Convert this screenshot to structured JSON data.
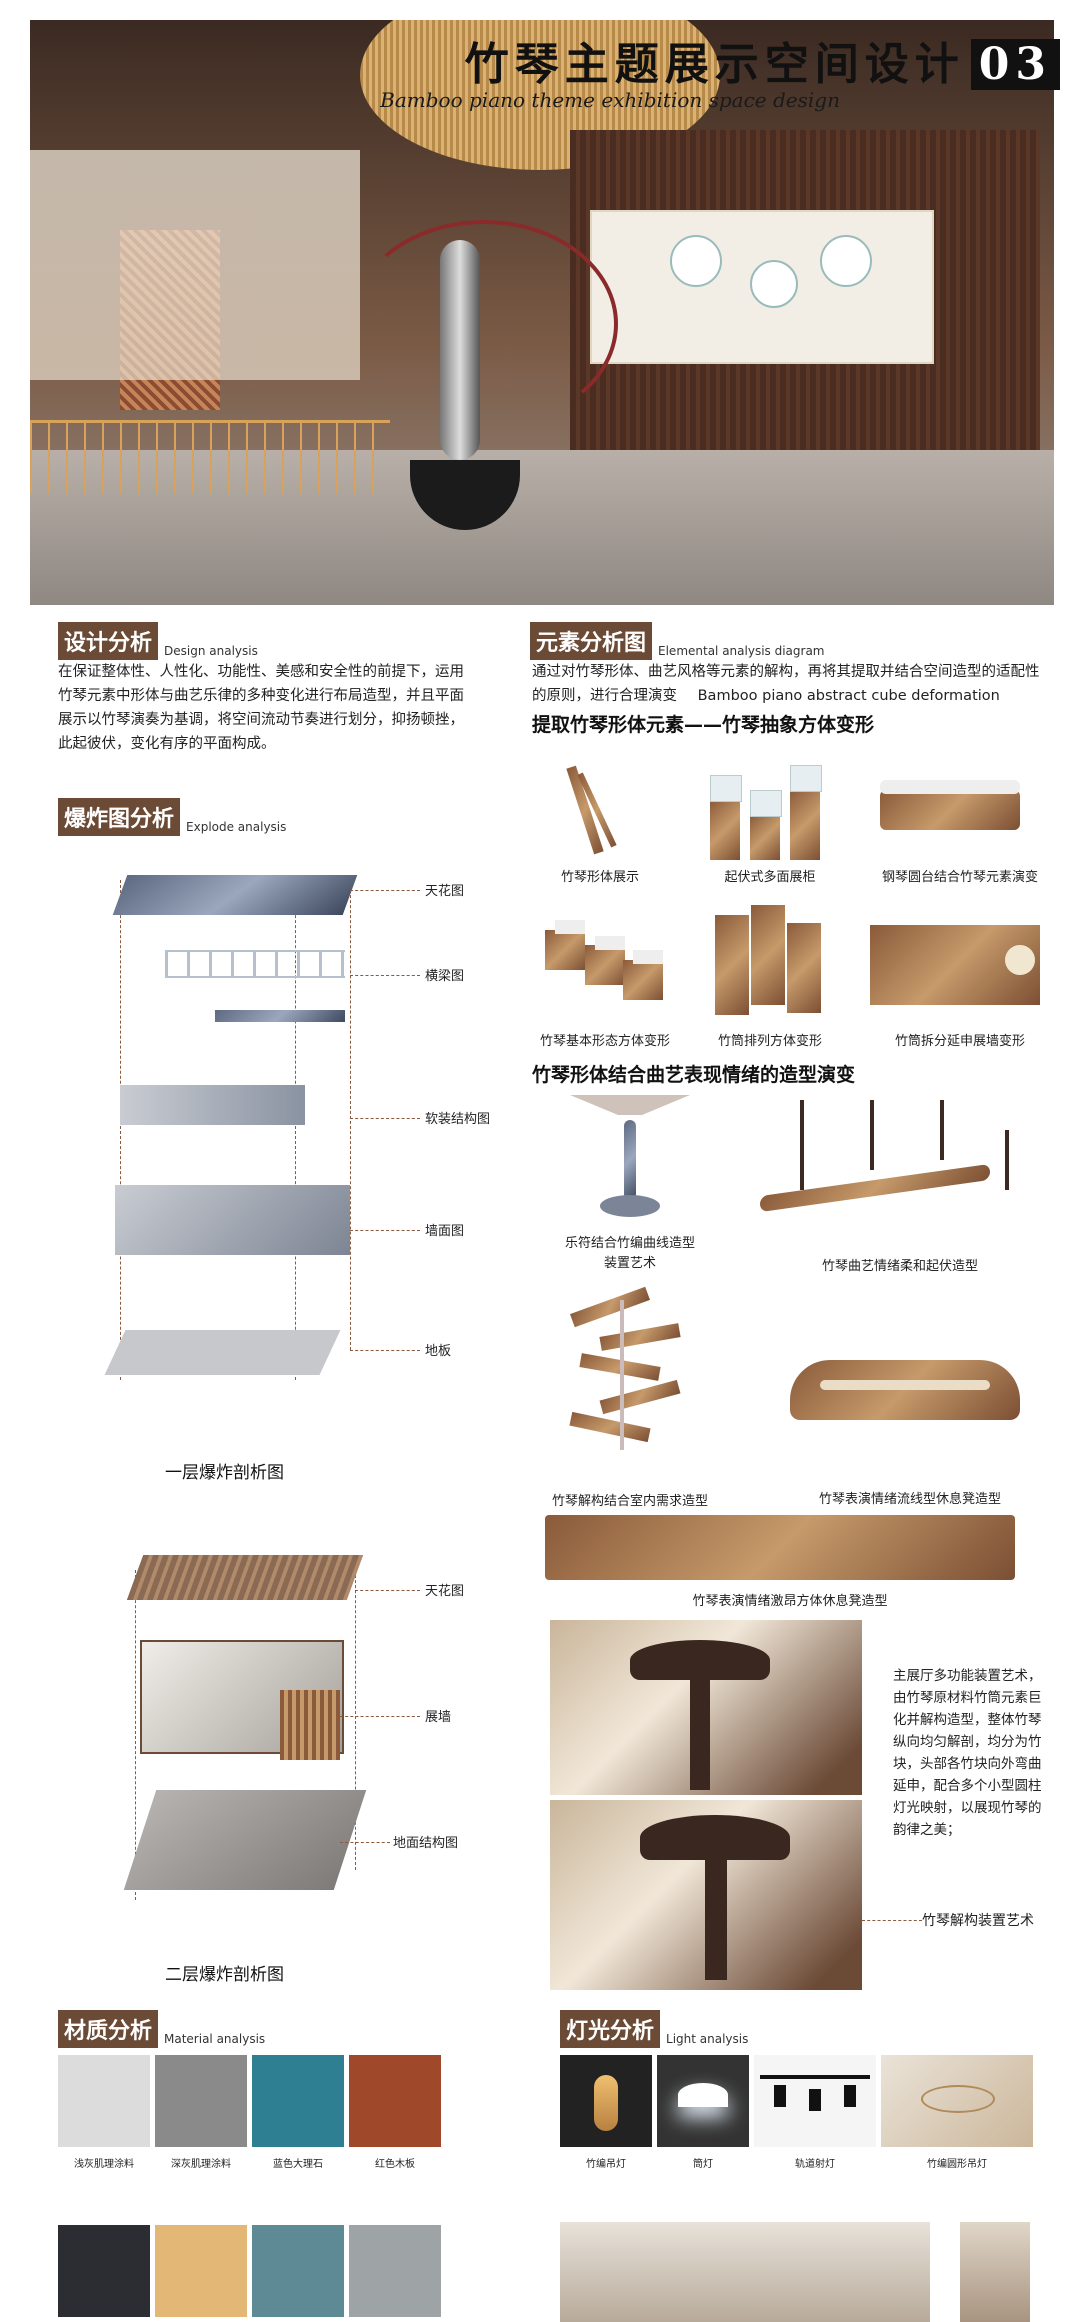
{
  "hero": {
    "title": "竹琴主题展示空间设计",
    "number": "03",
    "subtitle": "Bamboo piano theme exhibition space design"
  },
  "design_analysis": {
    "title_zh": "设计分析",
    "title_en": "Design analysis",
    "text": "在保证整体性、人性化、功能性、美感和安全性的前提下，运用竹琴元素中形体与曲艺乐律的多种变化进行布局造型，并且平面展示以竹琴演奏为基调，将空间流动节奏进行划分，抑扬顿挫，此起彼伏，变化有序的平面构成。"
  },
  "element_analysis": {
    "title_zh": "元素分析图",
    "title_en": "Elemental analysis diagram",
    "text": "通过对竹琴形体、曲艺风格等元素的解构，再将其提取并结合空间造型的适配性的原则，进行合理演变",
    "text_en": "Bamboo piano abstract cube deformation",
    "sub1": "提取竹琴形体元素——竹琴抽象方体变形",
    "row1": [
      "竹琴形体展示",
      "起伏式多面展柜",
      "钢琴圆台结合竹琴元素演变"
    ],
    "row2": [
      "竹琴基本形态方体变形",
      "竹筒排列方体变形",
      "竹筒拆分延申展墙变形"
    ],
    "sub2": "竹琴形体结合曲艺表现情绪的造型演变",
    "cap_a1": "乐符结合竹编曲线造型",
    "cap_a2": "装置艺术",
    "cap_b": "竹琴曲艺情绪柔和起伏造型",
    "cap_c": "竹琴解构结合室内需求造型",
    "cap_d": "竹琴表演情绪流线型休息凳造型",
    "cap_e": "竹琴表演情绪激昂方体休息凳造型",
    "install_text": "主展厅多功能装置艺术，由竹琴原材料竹筒元素巨化并解构造型，整体竹琴纵向均匀解剖，均分为竹块，头部各竹块向外弯曲延申，配合多个小型圆柱灯光映射，以展现竹琴的韵律之美；",
    "install_label": "竹琴解构装置艺术"
  },
  "explode": {
    "title_zh": "爆炸图分析",
    "title_en": "Explode analysis",
    "floor1_labels": [
      "天花图",
      "横梁图",
      "软装结构图",
      "墙面图",
      "地板"
    ],
    "floor1_caption": "一层爆炸剖析图",
    "floor2_labels": [
      "天花图",
      "展墙",
      "地面结构图"
    ],
    "floor2_caption": "二层爆炸剖析图"
  },
  "material": {
    "title_zh": "材质分析",
    "title_en": "Material analysis",
    "items": [
      {
        "label": "浅灰肌理涂料",
        "color": "#dcdcdc"
      },
      {
        "label": "深灰肌理涂料",
        "color": "#8a8a8a"
      },
      {
        "label": "蓝色大理石",
        "color": "#2e7f92"
      },
      {
        "label": "红色木板",
        "color": "#a0482a"
      }
    ],
    "bottom_colors": [
      "#2b2d33",
      "#e3b877",
      "#5e8a95",
      "#9ea4a6"
    ]
  },
  "light": {
    "title_zh": "灯光分析",
    "title_en": "Light analysis",
    "items": [
      "竹编吊灯",
      "筒灯",
      "轨道射灯",
      "竹编圆形吊灯"
    ]
  }
}
